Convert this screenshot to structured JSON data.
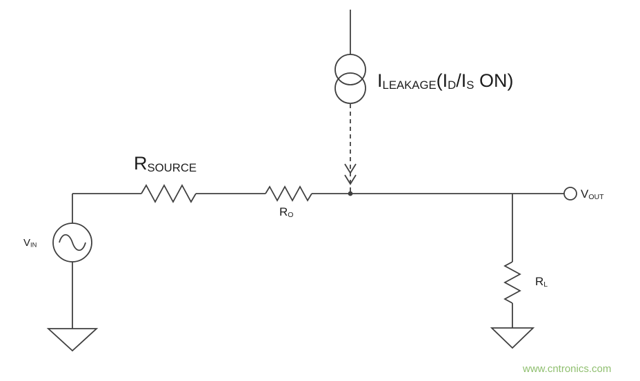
{
  "labels": {
    "source_resistor": {
      "main": "R",
      "sub": "SOURCE"
    },
    "output_resistor": {
      "main": "R",
      "sub": "O"
    },
    "leakage_current": {
      "p1": "I",
      "s1": "LEAKAGE",
      "p2": "(I",
      "s2": "D",
      "p3": "/I",
      "s3": "S",
      "p4": " ON)"
    },
    "input_source": {
      "main": "V",
      "sub": "IN"
    },
    "output_terminal": {
      "main": "V",
      "sub": "OUT"
    },
    "load_resistor": {
      "main": "R",
      "sub": "L"
    }
  },
  "watermark": {
    "text": "www.cntronics.com",
    "color": "#8fbf6f"
  },
  "colors": {
    "line": "#3f3f3f",
    "text": "#1c1c1c"
  }
}
